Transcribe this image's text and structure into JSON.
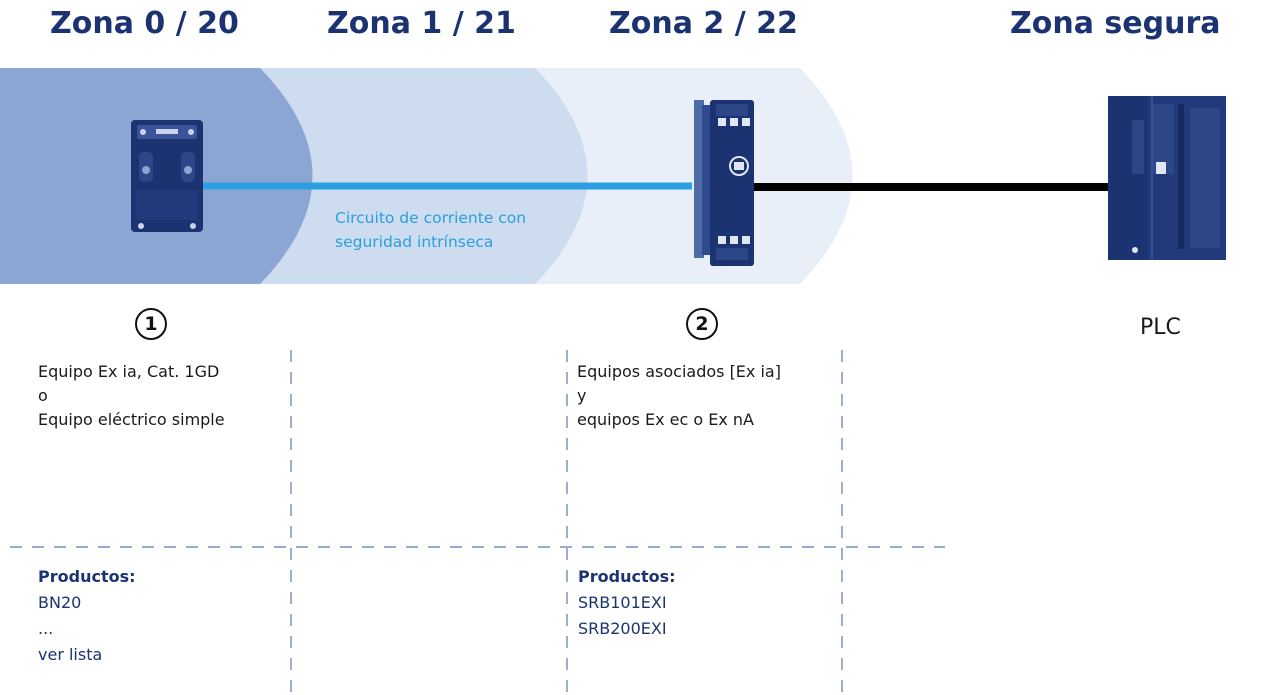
{
  "zones": [
    {
      "title": "Zona 0 / 20"
    },
    {
      "title": "Zona 1 / 21"
    },
    {
      "title": "Zona 2 / 22"
    },
    {
      "title": "Zona segura"
    }
  ],
  "circuit_label": "Circuito de corriente con seguridad intrínseca",
  "markers": {
    "one": "1",
    "two": "2"
  },
  "plc_label": "PLC",
  "column1": {
    "lines": [
      "Equipo Ex ia, Cat. 1GD",
      "o",
      "Equipo eléctrico simple"
    ],
    "products_heading": "Productos:",
    "products": [
      "BN20",
      "..."
    ],
    "link": "ver lista"
  },
  "column2": {
    "lines": [
      "Equipos asociados [Ex ia]",
      "y",
      "equipos Ex ec o Ex nA"
    ],
    "products_heading": "Productos:",
    "products": [
      "SRB101EXI",
      "SRB200EXI"
    ]
  },
  "colors": {
    "zone0": "#8ca6d4",
    "zone1": "#cddcef",
    "zone2": "#e9eff8",
    "navy": "#1c3372",
    "circuit": "#2b9fdf",
    "cable": "#000000",
    "dash": "#5a77b2"
  }
}
